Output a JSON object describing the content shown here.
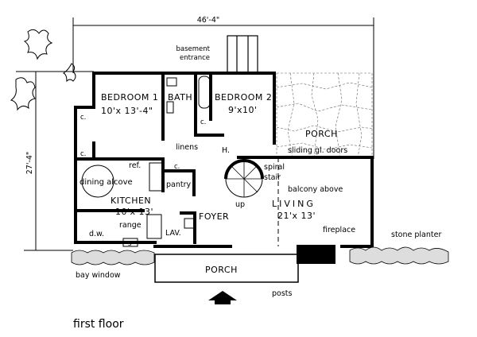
{
  "plan": {
    "caption": "first floor",
    "dimensions": {
      "width": "46'-4\"",
      "depth": "27'-4\""
    },
    "rooms": {
      "bedroom1": {
        "name": "BEDROOM 1",
        "size": "10'x 13'-4\""
      },
      "bedroom2": {
        "name": "BEDROOM 2",
        "size": "9'x10'"
      },
      "bath": "BATH",
      "kitchen": {
        "name": "KITCHEN",
        "size": "10'x 13'"
      },
      "living": {
        "name": "LIVING",
        "size": "21'x 13'"
      },
      "foyer": "FOYER",
      "lav": "LAV.",
      "porch_back": "PORCH",
      "porch_front": "PORCH",
      "pantry": "pantry",
      "dining": "dining alcove",
      "hall": "H."
    },
    "labels": {
      "basement": "basement",
      "entrance": "entrance",
      "closet": "c.",
      "linens": "linens",
      "ref": "ref.",
      "range": "range",
      "dw": "d.w.",
      "sink": "s",
      "spiral": "spiral",
      "stair": "stair",
      "up": "up",
      "sliding_doors": "sliding gl. doors",
      "balcony": "balcony above",
      "fireplace": "fireplace",
      "stone_planter": "stone planter",
      "bay_window": "bay window",
      "posts": "posts"
    }
  }
}
